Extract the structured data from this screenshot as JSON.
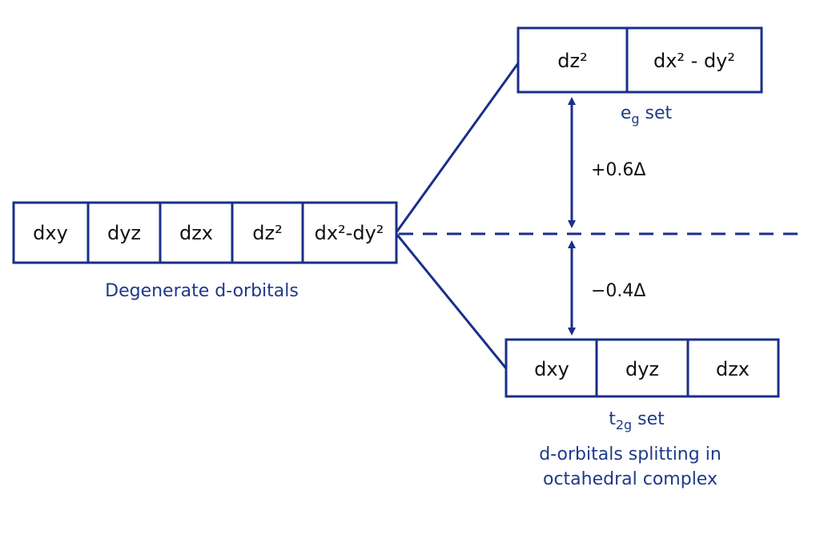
{
  "colors": {
    "line": "#1a2f8a",
    "label": "#1e3a8a",
    "text": "#111111"
  },
  "degenerate": {
    "orbitals": [
      "dxy",
      "dyz",
      "dzx",
      "dz²",
      "dx²-dy²"
    ],
    "label": "Degenerate d-orbitals"
  },
  "eg": {
    "orbitals": [
      "dz²",
      "dx² - dy²"
    ],
    "label_main": "e",
    "label_sub": "g",
    "label_rest": " set"
  },
  "t2g": {
    "orbitals": [
      "dxy",
      "dyz",
      "dzx"
    ],
    "label_main": "t",
    "label_sub": "2g",
    "label_rest": " set"
  },
  "energy": {
    "upper": "+0.6Δ",
    "lower": "−0.4Δ"
  },
  "caption": {
    "line1": "d-orbitals splitting in",
    "line2": "octahedral complex"
  }
}
